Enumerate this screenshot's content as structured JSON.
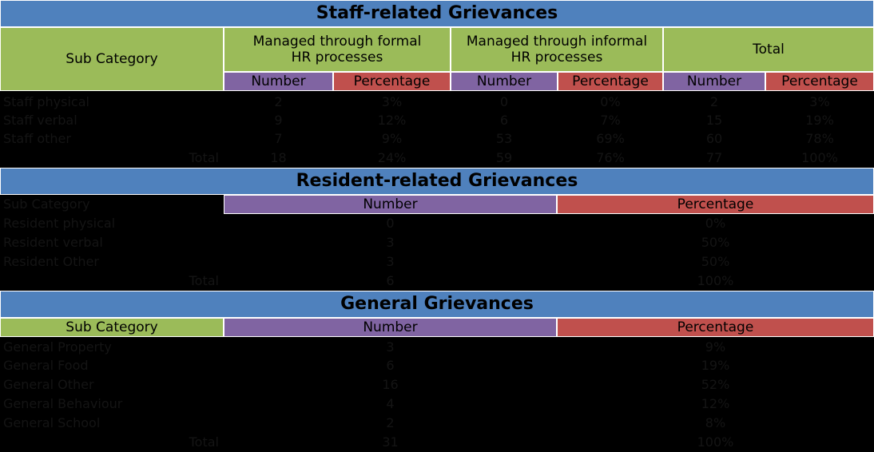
{
  "staff": {
    "title": "Staff-related Grievances",
    "sub_category": "Sub Category",
    "formal": "Managed through formal HR processes",
    "informal": "Managed through informal HR processes",
    "total": "Total",
    "number": "Number",
    "percentage": "Percentage",
    "rows": [
      {
        "label": "Staff physical",
        "formal_n": "2",
        "formal_p": "3%",
        "informal_n": "0",
        "informal_p": "0%",
        "total_n": "2",
        "total_p": "3%"
      },
      {
        "label": "Staff verbal",
        "formal_n": "9",
        "formal_p": "12%",
        "informal_n": "6",
        "informal_p": "7%",
        "total_n": "15",
        "total_p": "19%"
      },
      {
        "label": "Staff other",
        "formal_n": "7",
        "formal_p": "9%",
        "informal_n": "53",
        "informal_p": "69%",
        "total_n": "60",
        "total_p": "78%"
      }
    ],
    "total_row": {
      "label": "Total",
      "formal_n": "18",
      "formal_p": "24%",
      "informal_n": "59",
      "informal_p": "76%",
      "total_n": "77",
      "total_p": "100%"
    }
  },
  "resident": {
    "title": "Resident-related Grievances",
    "sub_category": "Sub Category",
    "number": "Number",
    "percentage": "Percentage",
    "rows": [
      {
        "label": "Resident physical",
        "n": "0",
        "p": "0%"
      },
      {
        "label": "Resident verbal",
        "n": "3",
        "p": "50%"
      },
      {
        "label": "Resident Other",
        "n": "3",
        "p": "50%"
      }
    ],
    "total_row": {
      "label": "Total",
      "n": "6",
      "p": "100%"
    }
  },
  "general": {
    "title": "General Grievances",
    "sub_category": "Sub Category",
    "number": "Number",
    "percentage": "Percentage",
    "rows": [
      {
        "label": "General Property",
        "n": "3",
        "p": "9%"
      },
      {
        "label": "General Food",
        "n": "6",
        "p": "19%"
      },
      {
        "label": "General Other",
        "n": "16",
        "p": "52%"
      },
      {
        "label": "General Behaviour",
        "n": "4",
        "p": "12%"
      },
      {
        "label": "General School",
        "n": "2",
        "p": "8%"
      }
    ],
    "total_row": {
      "label": "Total",
      "n": "31",
      "p": "100%"
    }
  },
  "colors": {
    "title_blue": "#4f81bd",
    "green": "#9bbb59",
    "purple": "#8064a2",
    "red": "#c0504d",
    "background": "#000000"
  }
}
